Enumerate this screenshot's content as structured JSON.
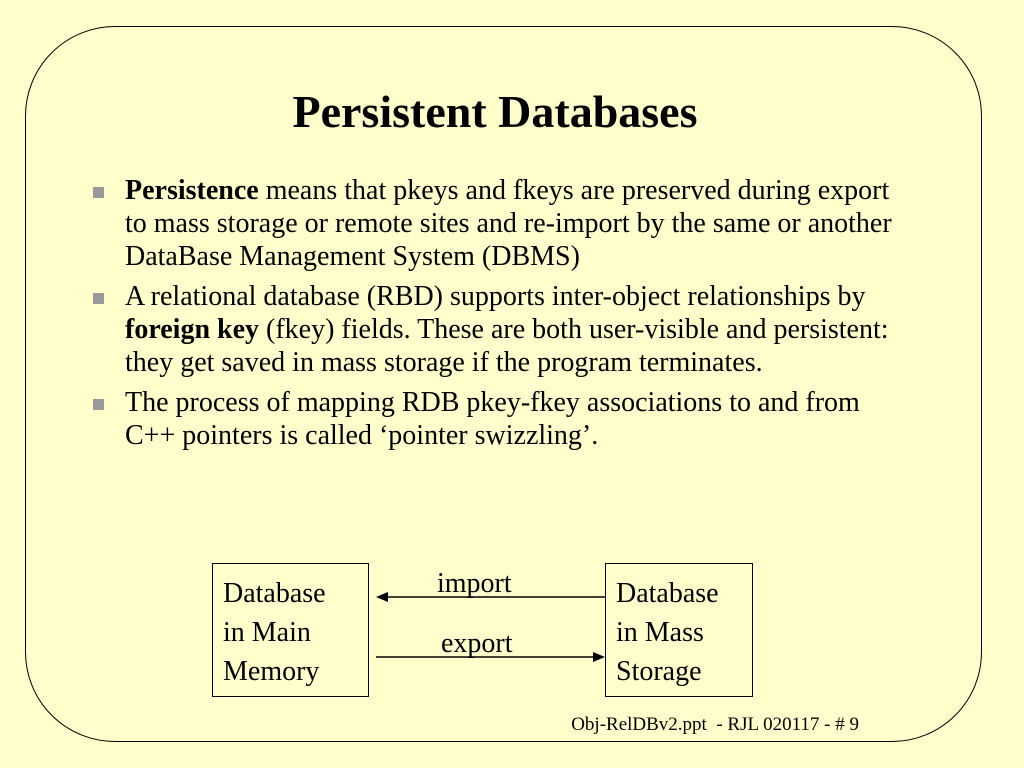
{
  "slide": {
    "title": "Persistent Databases",
    "bullets": [
      {
        "bold": "Persistence",
        "pre": "",
        "post": " means that pkeys and fkeys are preserved during export to mass storage or remote sites and re-import by the same or another DataBase Management System (DBMS)"
      },
      {
        "pre": "A relational database (RBD) supports inter-object relationships by ",
        "bold": "foreign key",
        "post": " (fkey) fields. These are both user-visible and persistent: they get saved in mass storage if the program terminates."
      },
      {
        "pre": "The process of mapping RDB pkey-fkey associations to and from C++ pointers is called ‘pointer swizzling’.",
        "bold": "",
        "post": ""
      }
    ]
  },
  "diagram": {
    "left_box": [
      "Database",
      "in Main",
      "Memory"
    ],
    "right_box": [
      "Database",
      "in Mass",
      "Storage"
    ],
    "import_label": "import",
    "export_label": "export"
  },
  "footer": "Obj-RelDBv2.ppt  - RJL 020117 - # 9"
}
